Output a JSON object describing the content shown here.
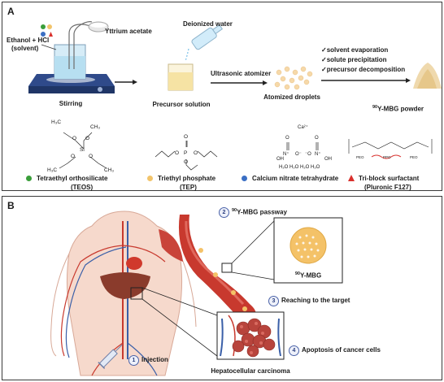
{
  "panel_a": {
    "label": "A",
    "yttrium": "Yttrium acetate",
    "water": "Deionized water",
    "ethanol": "Ethanol + HCl",
    "solvent": "(solvent)",
    "stirring": "Stirring",
    "precursor": "Precursor solution",
    "atomizer": "Ultrasonic atomizer",
    "droplets": "Atomized droplets",
    "steps": [
      "✓solvent evaporation",
      "✓solute precipitation",
      "✓precursor decomposition"
    ],
    "product_sup": "90",
    "product": "Y-MBG  powder",
    "molecules": {
      "teos": {
        "name": "Tetraethyl orthosilicate",
        "abbr": "(TEOS)",
        "color": "#3a9e3a"
      },
      "tep": {
        "name": "Triethyl phosphate",
        "abbr": "(TEP)",
        "color": "#f2c46b"
      },
      "cn": {
        "name": "Calcium nitrate tetrahydrate",
        "color": "#3b6fc4"
      },
      "f127": {
        "name": "Tri-block surfactant",
        "abbr": "(Pluronic F127)",
        "color": "#d9302c"
      }
    },
    "chem": {
      "teos_atoms": [
        "H₃C",
        "CH₃",
        "O",
        "O",
        "Si",
        "O",
        "O",
        "H₃C",
        "CH₃"
      ],
      "tep_atoms": [
        "O",
        "P",
        "O",
        "O",
        "O"
      ],
      "cn_atoms": [
        "Ca²⁺",
        "O",
        "O⁻",
        "⁻O",
        "O",
        "N⁺",
        "N⁺",
        "OH",
        "OH"
      ],
      "cn_water": "H₂O H₂O H₂O H₂O",
      "f127_blocks": [
        "PEO",
        "PPO",
        "PEO"
      ]
    }
  },
  "panel_b": {
    "label": "B",
    "steps": [
      {
        "num": "1",
        "text": "Injection"
      },
      {
        "num": "2",
        "sup": "90",
        "text": "Y-MBG passway"
      },
      {
        "num": "3",
        "text": "Reaching to the target"
      },
      {
        "num": "4",
        "text": "Apoptosis of cancer cells"
      }
    ],
    "inset_sup": "90",
    "inset_label": "Y-MBG",
    "hcc": "Hepatocellular carcinoma"
  }
}
